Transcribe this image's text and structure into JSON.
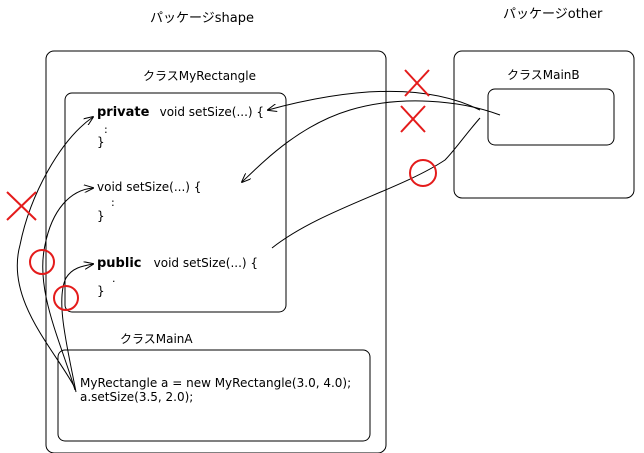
{
  "package_shape": {
    "label": "パッケージshape"
  },
  "package_other": {
    "label": "パッケージother"
  },
  "class_myrectangle": {
    "label": "クラスMyRectangle",
    "methods": [
      {
        "modifier": "private",
        "signature": "void setSize(...) {",
        "body": ":",
        "close": "}"
      },
      {
        "modifier": "",
        "signature": "void setSize(...) {",
        "body": ":",
        "close": "}"
      },
      {
        "modifier": "public",
        "signature": "void setSize(...) {",
        "body": ".",
        "close": "}"
      }
    ]
  },
  "class_maina": {
    "label": "クラスMainA",
    "code": [
      "MyRectangle a = new MyRectangle(3.0, 4.0);",
      "a.setSize(3.5, 2.0);"
    ]
  },
  "class_mainb": {
    "label": "クラスMainB"
  },
  "colors": {
    "line": "#000000",
    "ok_mark": "#e41b1b",
    "ng_mark": "#e41b1b"
  }
}
